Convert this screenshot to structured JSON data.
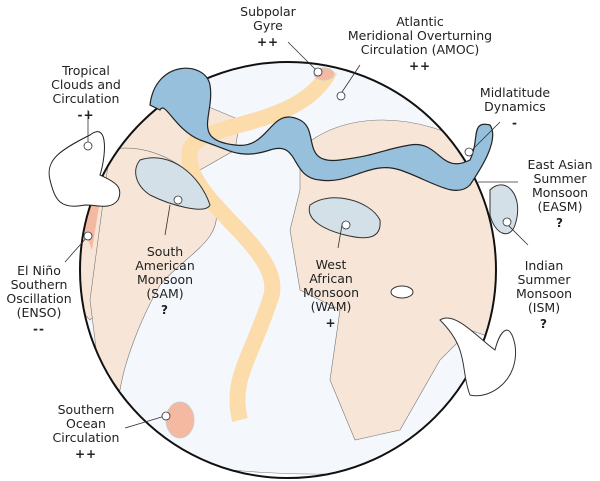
{
  "labels": {
    "subpolar_gyre": {
      "name_line1": "Subpolar",
      "name_line2": "Gyre",
      "sign": "++"
    },
    "amoc": {
      "name_line1": "Atlantic",
      "name_line2": "Meridional Overturning",
      "name_line3": "Circulation (AMOC)",
      "sign": "++"
    },
    "tropical": {
      "name_line1": "Tropical",
      "name_line2": "Clouds and",
      "name_line3": "Circulation",
      "sign": "-+"
    },
    "midlatitude": {
      "name_line1": "Midlatitude",
      "name_line2": "Dynamics",
      "sign": "-"
    },
    "easm": {
      "name_line1": "East Asian",
      "name_line2": "Summer",
      "name_line3": "Monsoon",
      "name_line4": "(EASM)",
      "sign": "?"
    },
    "sam": {
      "name_line1": "South",
      "name_line2": "American",
      "name_line3": "Monsoon",
      "name_line4": "(SAM)",
      "sign": "?"
    },
    "wam": {
      "name_line1": "West",
      "name_line2": "African",
      "name_line3": "Monsoon",
      "name_line4": "(WAM)",
      "sign": "+"
    },
    "ism": {
      "name_line1": "Indian",
      "name_line2": "Summer",
      "name_line3": "Monsoon",
      "name_line4": "(ISM)",
      "sign": "?"
    },
    "enso": {
      "name_line1": "El Niño",
      "name_line2": "Southern",
      "name_line3": "Oscillation",
      "name_line4": "(ENSO)",
      "sign": "--"
    },
    "southern_ocean": {
      "name_line1": "Southern",
      "name_line2": "Ocean",
      "name_line3": "Circulation",
      "sign": "++"
    }
  },
  "colors": {
    "ocean": "#f4f8fc",
    "land": "#f7e6d7",
    "jet": "#97c0dd",
    "amoc": "#fbdcaa",
    "monsoon": "#d3e0e8",
    "warm": "#f5b8a0"
  }
}
